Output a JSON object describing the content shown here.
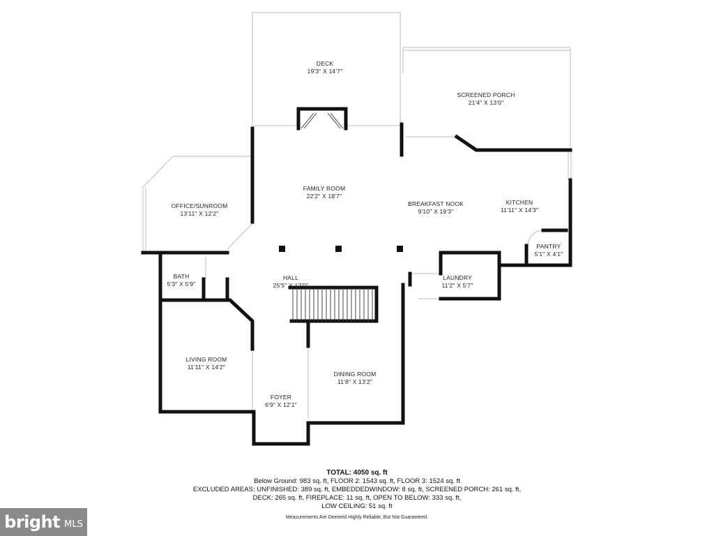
{
  "rooms": [
    {
      "name": "DECK",
      "dims": "19'3\" X 14'7\""
    },
    {
      "name": "SCREENED PORCH",
      "dims": "21'4\" X 13'0\""
    },
    {
      "name": "FAMILY ROOM",
      "dims": "22'2\" X 18'7\""
    },
    {
      "name": "BREAKFAST NOOK",
      "dims": "9'10\" X 19'3\""
    },
    {
      "name": "KITCHEN",
      "dims": "11'11\" X 14'3\""
    },
    {
      "name": "OFFICE/SUNROOM",
      "dims": "13'11\" X 12'2\""
    },
    {
      "name": "PANTRY",
      "dims": "5'1\" X 4'1\""
    },
    {
      "name": "BATH",
      "dims": "5'3\" X 5'9\""
    },
    {
      "name": "HALL",
      "dims": "25'5\" X 12'0\""
    },
    {
      "name": "LAUNDRY",
      "dims": "11'2\" X 5'7\""
    },
    {
      "name": "LIVING ROOM",
      "dims": "11'11\" X 14'2\""
    },
    {
      "name": "DINING ROOM",
      "dims": "11'8\" X 13'2\""
    },
    {
      "name": "FOYER",
      "dims": "6'9\" X 12'1\""
    }
  ],
  "summary": {
    "total": "TOTAL: 4050 sq. ft",
    "line1": "Below Ground: 983 sq. ft, FLOOR 2: 1543 sq. ft, FLOOR 3: 1524 sq. ft",
    "line2": "EXCLUDED AREAS: UNFINISHED: 389 sq. ft, EMBEDDEDWINDOW: 8 sq. ft, SCREENED PORCH: 261 sq. ft,",
    "line3": "DECK: 265 sq. ft, FIREPLACE: 11 sq. ft, OPEN TO BELOW: 333 sq. ft,",
    "line4": "LOW CEILING: 51 sq. ft",
    "disclaimer": "Measurements Are Deemed Highly Reliable, But Not Guaranteed."
  },
  "logo": {
    "brand": "bright",
    "suffix": "MLS"
  }
}
